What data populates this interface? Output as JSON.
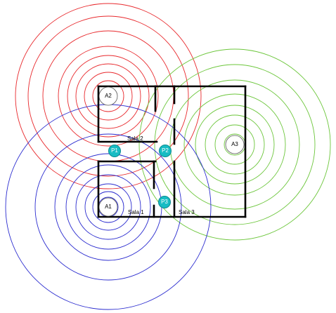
{
  "colors": {
    "red": "#e8282c",
    "green": "#6cc63b",
    "blue": "#2b2ccf",
    "walls": "#000000",
    "point_fill": "#17bcc4",
    "point_stroke": "#0a8a90",
    "background": "#ffffff"
  },
  "rooms": {
    "sala2": "Sala 2",
    "sala1": "Sala 1",
    "sala3": "Sala 3"
  },
  "anchors": {
    "a1": "A1",
    "a2": "A2",
    "a3": "A3"
  },
  "points": {
    "p1": "P1",
    "p2": "P2",
    "p3": "P3"
  }
}
